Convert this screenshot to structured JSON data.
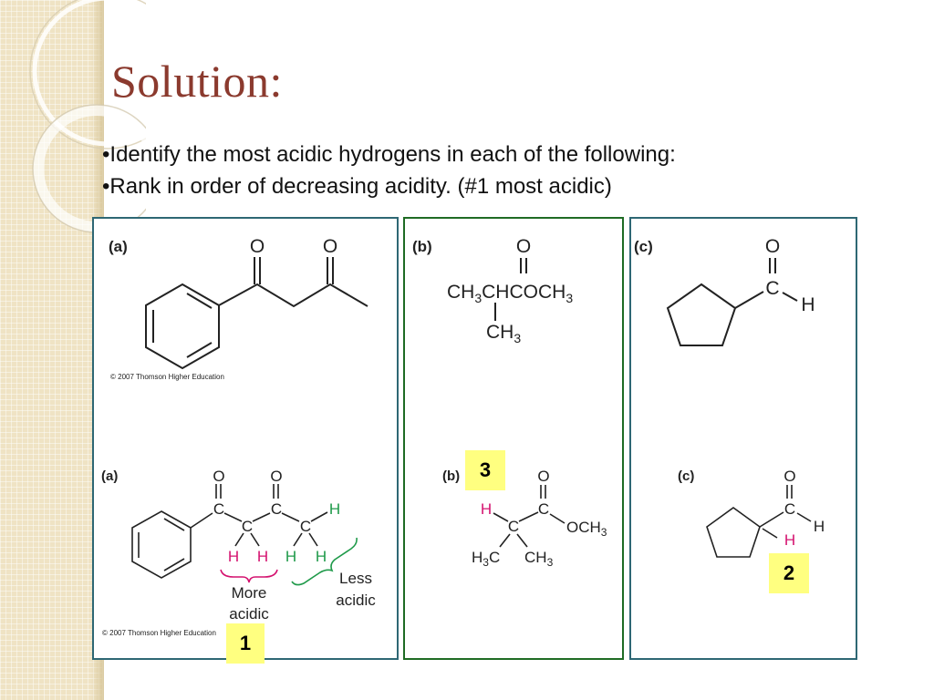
{
  "slide": {
    "title": "Solution:",
    "bullets": [
      "•Identify the most acidic hydrogens in each of the following:",
      "•Rank in order of decreasing acidity. (#1 most acidic)"
    ]
  },
  "panels": {
    "a": {
      "label_top": "(a)",
      "label_bottom": "(a)",
      "copyright": "© 2007 Thomson Higher Education",
      "atoms": {
        "O": "O",
        "C": "C",
        "H": "H"
      },
      "more_acidic": [
        "More",
        "acidic"
      ],
      "less_acidic": [
        "Less",
        "acidic"
      ],
      "rank": "1"
    },
    "b": {
      "label_top": "(b)",
      "label_bottom": "(b)",
      "formula_main": [
        "CH",
        "3",
        "CHCOCH",
        "3"
      ],
      "formula_branch": [
        "CH",
        "3"
      ],
      "atoms": {
        "O": "O",
        "C": "C",
        "H": "H",
        "OCH3": [
          "OCH",
          "3"
        ],
        "H3C": [
          "H",
          "3",
          "C"
        ],
        "CH3": [
          "CH",
          "3"
        ]
      },
      "rank": "3"
    },
    "c": {
      "label_top": "(c)",
      "label_bottom": "(c)",
      "atoms": {
        "O": "O",
        "C": "C",
        "H": "H"
      },
      "rank": "2"
    }
  },
  "colors": {
    "title": "#8b3a2e",
    "acidic_h": "#d4126f",
    "less_acidic_h": "#1f9a4a",
    "panel_border": "#2e6774",
    "panel_b_border": "#1f6b24",
    "badge": "#ffff80"
  }
}
